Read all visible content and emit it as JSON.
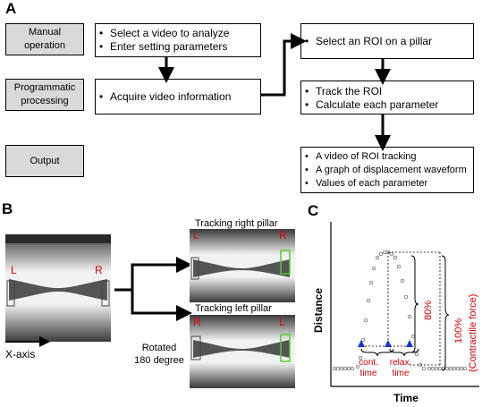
{
  "panelA": {
    "label": "A",
    "rows": [
      {
        "label": "Manual\noperation"
      },
      {
        "label": "Programmatic\nprocessing"
      },
      {
        "label": "Output"
      }
    ],
    "box1": [
      "Select a video to analyze",
      "Enter setting parameters"
    ],
    "box2": [
      "Acquire video information"
    ],
    "box3": [
      "Select an ROI on a pillar"
    ],
    "box4": [
      "Track the ROI",
      "Calculate each parameter"
    ],
    "box5": [
      "A video of ROI tracking",
      "A graph of displacement waveform",
      "Values of each parameter"
    ]
  },
  "panelB": {
    "label": "B",
    "orig_left": "L",
    "orig_right": "R",
    "xaxis_label": "X-axis",
    "right_title": "Tracking right pillar",
    "right_L": "L",
    "right_R": "R",
    "left_title": "Tracking left pillar",
    "left_R": "R",
    "left_L": "L",
    "rotated_line1": "Rotated",
    "rotated_line2": "180 degree"
  },
  "panelC": {
    "label": "C",
    "ylabel": "Distance",
    "xlabel": "Time",
    "pct80": "80%",
    "pct100": "100%",
    "contractile": "(Contractile force)",
    "cont1": "cont.",
    "cont2": "time",
    "relax1": "relax.",
    "relax2": "time"
  },
  "colors": {
    "red": "#cc0000",
    "green": "#55cc33",
    "blue": "#1a33cc",
    "gray": "#d9d9d9"
  }
}
